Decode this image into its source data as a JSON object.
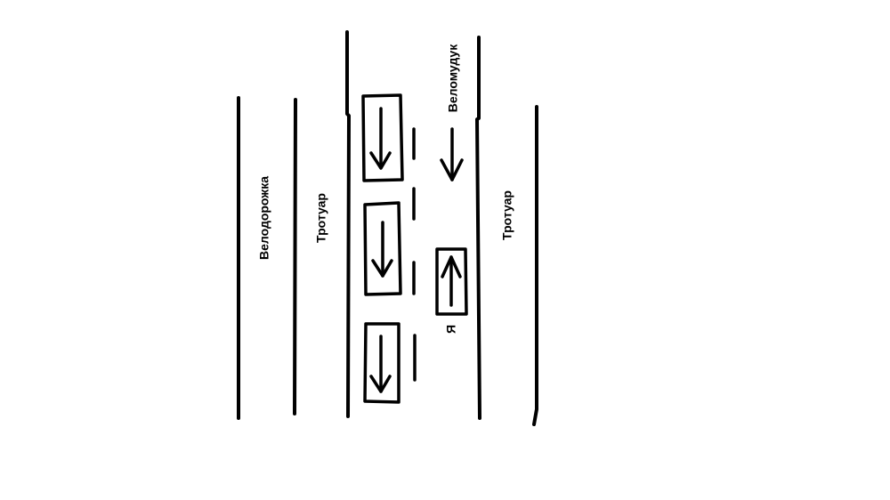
{
  "labels": {
    "bike_lane": "Велодорожка",
    "sidewalk_left": "Тротуар",
    "sidewalk_right": "Тротуар",
    "cyclist_other": "Веломудук",
    "me": "Я"
  },
  "colors": {
    "ink": "#000000",
    "background": "#ffffff"
  }
}
